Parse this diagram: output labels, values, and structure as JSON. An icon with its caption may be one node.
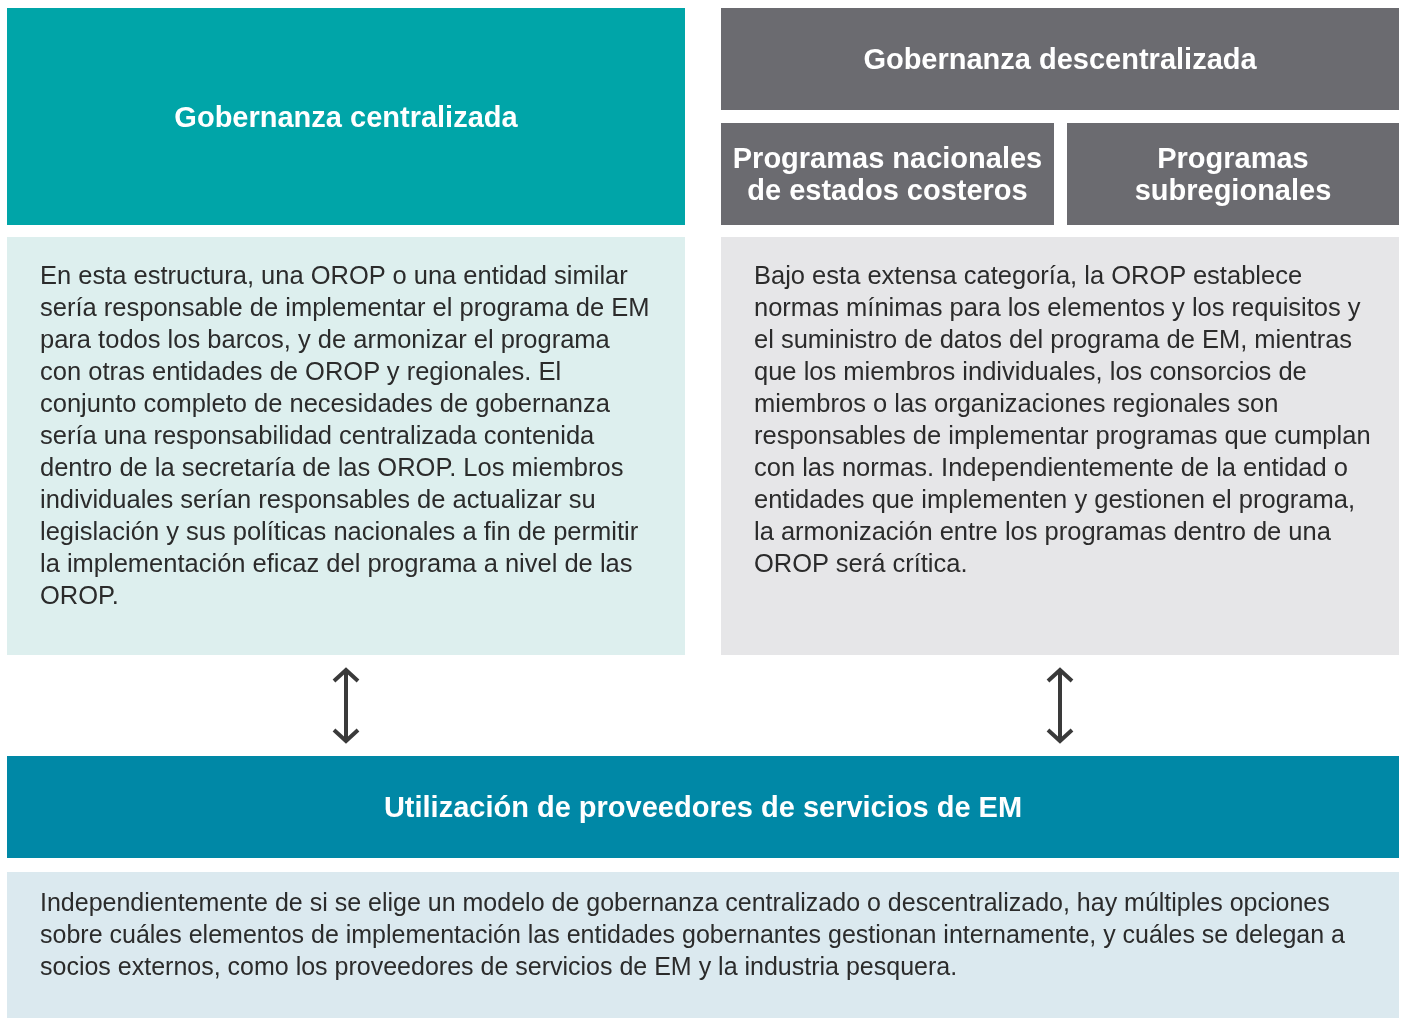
{
  "diagram": {
    "nodes": [
      {
        "text": [
          "Gobernanza centralizada"
        ]
      },
      {
        "text": [
          "En esta estructura, una OROP o una entidad similar sería responsable de implementar el programa de EM para todos los barcos, y de armonizar el programa con otras entidades de OROP y regionales. El conjunto completo de necesidades de gobernanza sería una responsabilidad centralizada contenida dentro de la secretaría de las OROP. Los miembros individuales serían responsables de actualizar su legislación y sus políticas nacionales a fin de permitir la implementación eficaz del programa a nivel de las OROP."
        ]
      },
      {
        "text": [
          "Gobernanza descentralizada"
        ]
      },
      {
        "text": [
          "Programas nacionales de estados costeros"
        ]
      },
      {
        "text": [
          "Programas subregionales"
        ]
      },
      {
        "text": [
          "Bajo esta extensa categoría, la OROP establece normas mínimas para los elementos y los requisitos y el suministro de datos del programa de EM, mientras que los miembros individuales, los consorcios de miembros o las organizaciones regionales son responsables de implementar programas que cumplan con las normas. Independientemente de la entidad o entidades que implementen y gestionen el programa, la armonización entre los programas dentro de una OROP será crítica."
        ]
      },
      {
        "text": [
          "Utilización de proveedores de servicios de EM"
        ]
      },
      {
        "text": [
          "Independientemente de si se elige un modelo de gobernanza centralizado o descentralizado, hay múltiples opciones sobre cuáles elementos de implementación las entidades gobernantes gestionan internamente, y cuáles se delegan a socios externos, como los proveedores de servicios de EM y la industria pesquera."
        ]
      }
    ],
    "edges": [
      {
        "from": 1,
        "to": 6,
        "arrow": "both"
      },
      {
        "from": 5,
        "to": 6,
        "arrow": "both"
      }
    ]
  }
}
